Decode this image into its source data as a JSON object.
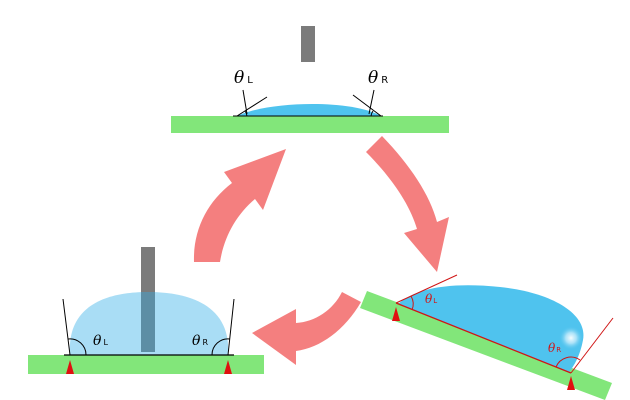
{
  "colors": {
    "substrate": "#82e67a",
    "droplet_fill": "#4fc3ee",
    "droplet_light": "#a9ddf5",
    "needle": "#7b7b7b",
    "arrow": "#f47f7f",
    "contact_point": "#e01010",
    "tilted_outline": "#d01515"
  },
  "icons": {
    "cycle_arrows": "curved-arrow-icon",
    "contact_marker": "red-triangle-icon"
  },
  "top_panel": {
    "theta": "θ",
    "left_sub": "L",
    "right_sub": "R"
  },
  "left_panel": {
    "theta": "θ",
    "left_sub": "L",
    "right_sub": "R"
  },
  "right_panel": {
    "theta": "θ",
    "left_sub": "L",
    "right_sub": "R"
  }
}
